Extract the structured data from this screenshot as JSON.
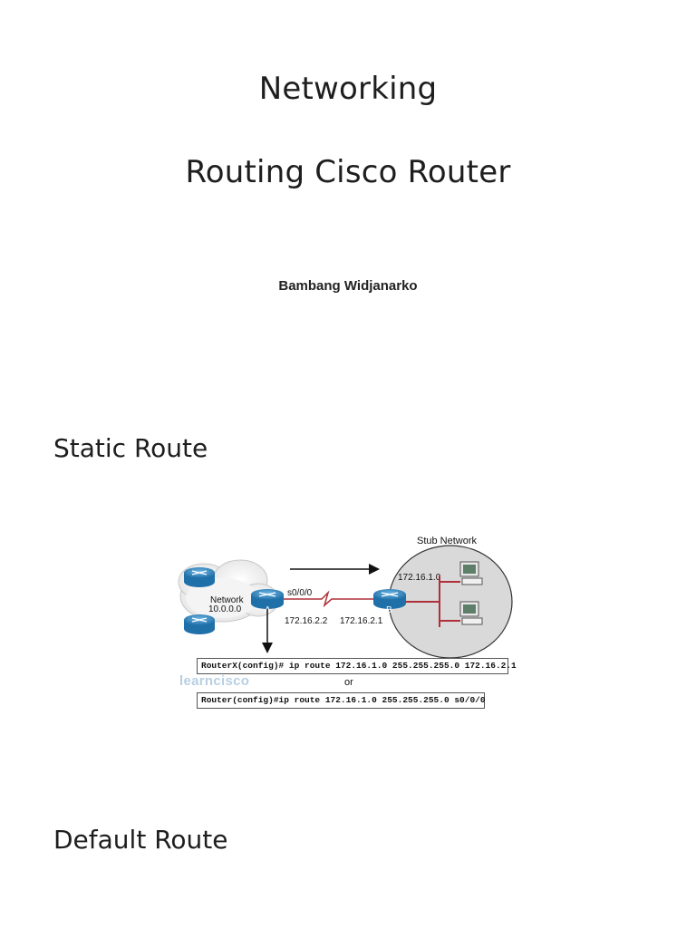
{
  "slide": {
    "title_line1": "Networking",
    "title_line2": "Routing Cisco Router",
    "author": "Bambang Widjanarko"
  },
  "sections": {
    "static_route": "Static Route",
    "default_route": "Default Route"
  },
  "diagram": {
    "stub_network_label": "Stub Network",
    "stub_network_address": "172.16.1.0",
    "cloud_network_label": "Network",
    "cloud_network_address": "10.0.0.0",
    "router_a_label": "A",
    "router_b_label": "B",
    "interface_label": "s0/0/0",
    "ip_a": "172.16.2.2",
    "ip_b": "172.16.2.1",
    "command_1": "RouterX(config)# ip route 172.16.1.0 255.255.255.0 172.16.2.1",
    "or_label": "or",
    "command_2": "Router(config)#ip route 172.16.1.0 255.255.255.0 s0/0/0",
    "watermark": "learncisco",
    "colors": {
      "router_blue": "#2a86c4",
      "link_red": "#b0303a",
      "stub_fill": "#d9d9d9",
      "watermark": "#b8cfe3"
    }
  }
}
